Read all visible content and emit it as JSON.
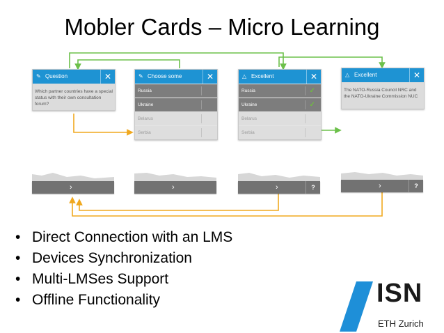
{
  "title": "Mobler Cards – Micro Learning",
  "cards": [
    {
      "header": "Question",
      "text": "Which partner countries have a special status with their own consultation forum?",
      "icon": "pencil-icon"
    },
    {
      "header": "Choose some",
      "icon": "pencil-icon",
      "options": [
        "Russia",
        "Ukraine",
        "Belarus",
        "Serbia"
      ]
    },
    {
      "header": "Excellent",
      "icon": "trophy-icon",
      "options": [
        "Russia",
        "Ukraine",
        "Belarus",
        "Serbia"
      ]
    },
    {
      "header": "Excellent",
      "text": "The NATO-Russia Council NRC and the NATO-Ukraine Commission NUC",
      "icon": "trophy-icon"
    }
  ],
  "close_glyph": "✕",
  "check_glyph": "✓",
  "next_glyph": "›",
  "help_glyph": "?",
  "bullets": [
    "Direct Connection with an LMS",
    "Devices Synchronization",
    "Multi-LMSes Support",
    "Offline Functionality"
  ],
  "logo": {
    "isn": "ISN",
    "sub": "ETH Zurich"
  },
  "colors": {
    "accent": "#1e93d3",
    "green_arrow": "#6cc04a",
    "orange_arrow": "#f0a81e",
    "check": "#6cd02c"
  }
}
